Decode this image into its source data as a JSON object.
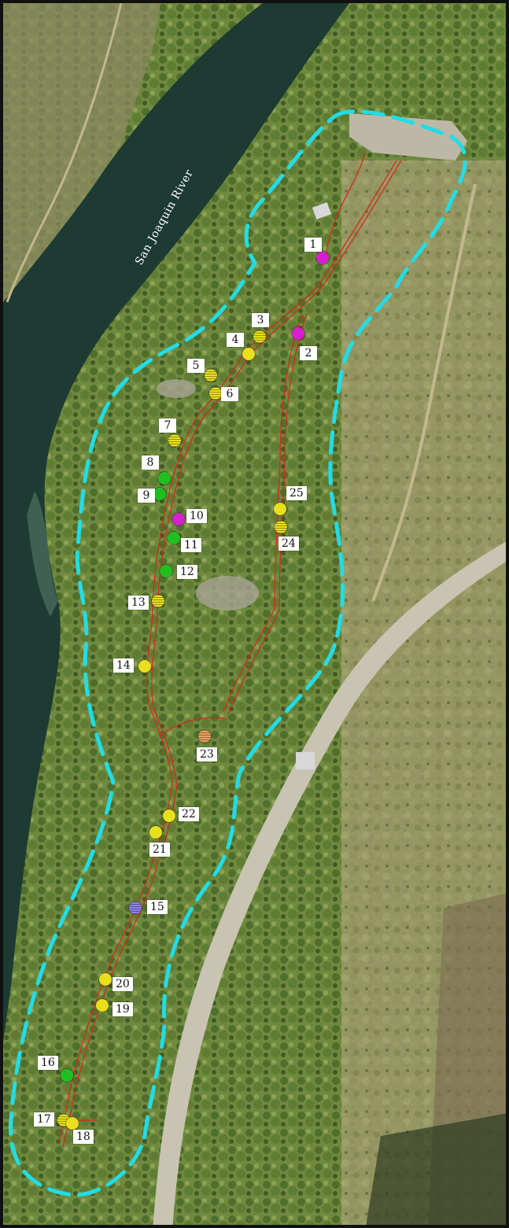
{
  "map": {
    "river_label": "San Joaquin River",
    "colors": {
      "boundary": "#22dce6",
      "trail": "#d42a1a",
      "magenta": "#d81ed0",
      "yellow": "#eadf1c",
      "green": "#1fbf1f",
      "orange": "#e6a05c",
      "purple": "#8c82e6"
    },
    "sites": [
      {
        "id": "1",
        "color": "magenta",
        "striped": false
      },
      {
        "id": "2",
        "color": "magenta",
        "striped": false
      },
      {
        "id": "3",
        "color": "yellow",
        "striped": true
      },
      {
        "id": "4",
        "color": "yellow",
        "striped": false
      },
      {
        "id": "5",
        "color": "yellow",
        "striped": true
      },
      {
        "id": "6",
        "color": "yellow",
        "striped": true
      },
      {
        "id": "7",
        "color": "yellow",
        "striped": true
      },
      {
        "id": "8",
        "color": "green",
        "striped": false
      },
      {
        "id": "9",
        "color": "green",
        "striped": false
      },
      {
        "id": "10",
        "color": "magenta",
        "striped": false
      },
      {
        "id": "11",
        "color": "green",
        "striped": false
      },
      {
        "id": "12",
        "color": "green",
        "striped": false
      },
      {
        "id": "13",
        "color": "yellow",
        "striped": true
      },
      {
        "id": "14",
        "color": "yellow",
        "striped": false
      },
      {
        "id": "15",
        "color": "purple",
        "striped": true
      },
      {
        "id": "16",
        "color": "green",
        "striped": false
      },
      {
        "id": "17",
        "color": "yellow",
        "striped": true
      },
      {
        "id": "18",
        "color": "yellow",
        "striped": false
      },
      {
        "id": "19",
        "color": "yellow",
        "striped": false
      },
      {
        "id": "20",
        "color": "yellow",
        "striped": false
      },
      {
        "id": "21",
        "color": "yellow",
        "striped": false
      },
      {
        "id": "22",
        "color": "yellow",
        "striped": false
      },
      {
        "id": "23",
        "color": "orange",
        "striped": true
      },
      {
        "id": "24",
        "color": "yellow",
        "striped": true
      },
      {
        "id": "25",
        "color": "yellow",
        "striped": false
      }
    ]
  }
}
